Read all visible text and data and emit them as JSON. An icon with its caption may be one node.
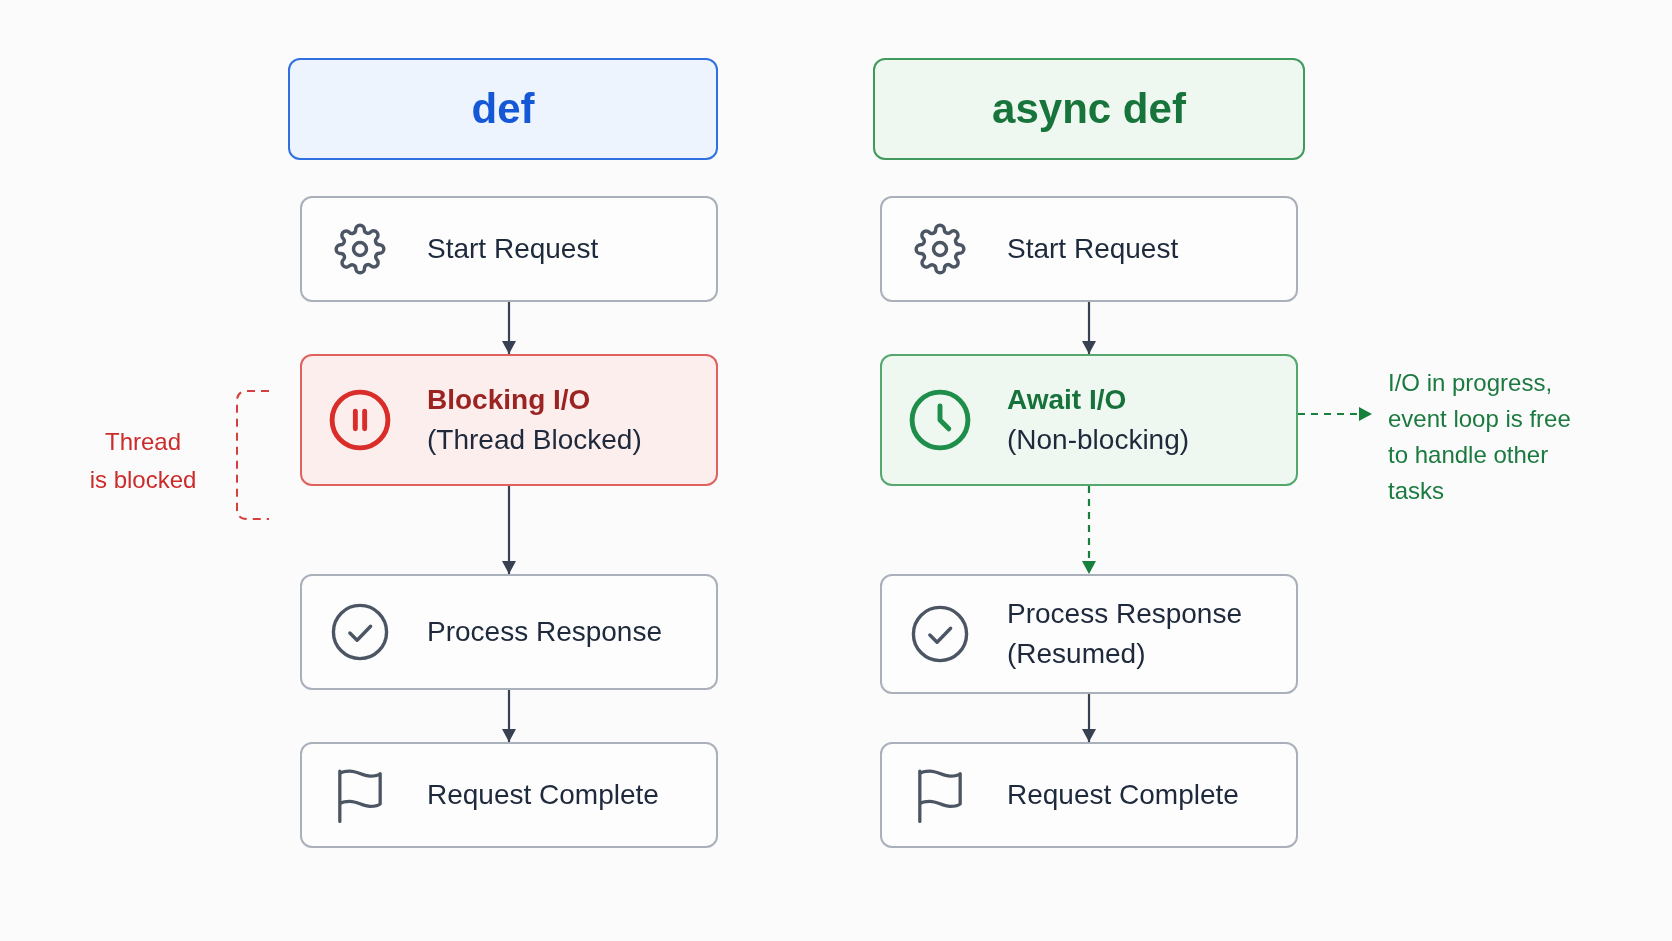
{
  "diagram": {
    "nodes": [
      {
        "text": [
          "def"
        ]
      },
      {
        "text": [
          "Start Request"
        ]
      },
      {
        "text": [
          "Blocking I/O",
          "(Thread Blocked)"
        ]
      },
      {
        "text": [
          "Process Response"
        ]
      },
      {
        "text": [
          "Request Complete"
        ]
      },
      {
        "text": [
          "async def"
        ]
      },
      {
        "text": [
          "Start Request"
        ]
      },
      {
        "text": [
          "Await I/O",
          "(Non-blocking)"
        ]
      },
      {
        "text": [
          "Process Response",
          "(Resumed)"
        ]
      },
      {
        "text": [
          "Request Complete"
        ]
      },
      {
        "text": [
          "I/O in progress, event loop is free to handle other tasks"
        ]
      }
    ],
    "edges": [
      {
        "from": 1,
        "to": 2,
        "arrow": "to"
      },
      {
        "from": 2,
        "to": 3,
        "arrow": "to"
      },
      {
        "from": 3,
        "to": 4,
        "arrow": "to"
      },
      {
        "from": 6,
        "to": 7,
        "arrow": "to"
      },
      {
        "from": 7,
        "to": 8,
        "arrow": "to",
        "style": "dashed",
        "color": "#17803d"
      },
      {
        "from": 8,
        "to": 9,
        "arrow": "to"
      },
      {
        "from": 7,
        "to": 10,
        "arrow": "to",
        "style": "dashed",
        "color": "#17803d"
      }
    ],
    "labels": [
      "Thread is blocked"
    ]
  }
}
